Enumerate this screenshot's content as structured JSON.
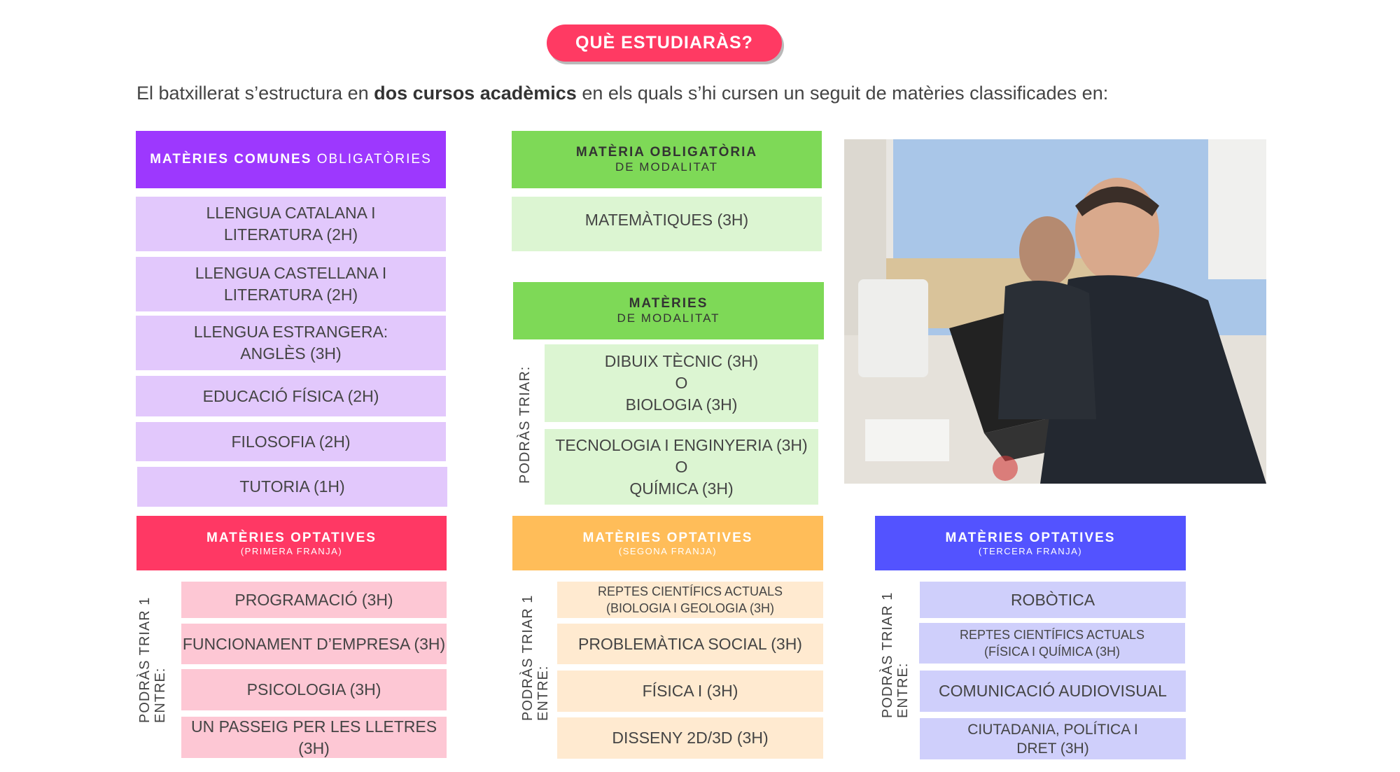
{
  "title_button": "QUÈ ESTUDIARÀS?",
  "intro": {
    "before": "El batxillerat s’estructura en ",
    "bold": "dos cursos acadèmics",
    "after": " en els quals s’hi cursen un seguit de matèries classificades en:"
  },
  "comunes": {
    "title_bold": "MATÈRIES COMUNES",
    "title_light": "OBLIGATÒRIES",
    "items": [
      {
        "l1": "LLENGUA CATALANA I",
        "l2": "LITERATURA (2H)"
      },
      {
        "l1": "LLENGUA CASTELLANA I",
        "l2": "LITERATURA (2H)"
      },
      {
        "l1": "LLENGUA ESTRANGERA:",
        "l2": "ANGLÈS (3H)"
      },
      {
        "l1": "EDUCACIÓ FÍSICA (2H)"
      },
      {
        "l1": "FILOSOFIA (2H)"
      },
      {
        "l1": "TUTORIA (1H)"
      }
    ]
  },
  "obligatoria_modalitat": {
    "title": "MATÈRIA OBLIGATÒRIA",
    "subtitle": "DE MODALITAT",
    "item": "MATEMÀTIQUES (3H)"
  },
  "modalitat": {
    "title": "MATÈRIES",
    "subtitle": "DE MODALITAT",
    "choose_label": "PODRÀS TRIAR:",
    "options": [
      {
        "a": "DIBUIX TÈCNIC (3H)",
        "or": "O",
        "b": "BIOLOGIA (3H)"
      },
      {
        "a": "TECNOLOGIA I ENGINYERIA (3H)",
        "or": "O",
        "b": "QUÍMICA (3H)"
      }
    ]
  },
  "photo_alt": "photo-students-laptop",
  "optatives": [
    {
      "title": "MATÈRIES OPTATIVES",
      "subtitle": "(PRIMERA FRANJA)",
      "choose_l1": "PODRÀS TRIAR  1",
      "choose_l2": "ENTRE:",
      "items": [
        {
          "l1": "PROGRAMACIÓ (3H)"
        },
        {
          "l1": "FUNCIONAMENT D’EMPRESA (3H)"
        },
        {
          "l1": "PSICOLOGIA (3H)"
        },
        {
          "l1": "UN PASSEIG PER LES LLETRES (3H)"
        }
      ]
    },
    {
      "title": "MATÈRIES OPTATIVES",
      "subtitle": "(SEGONA FRANJA)",
      "choose_l1": "PODRÀS TRIAR 1",
      "choose_l2": "ENTRE:",
      "items": [
        {
          "l1": "REPTES CIENTÍFICS ACTUALS",
          "l2": "(BIOLOGIA I GEOLOGIA (3H)"
        },
        {
          "l1": "PROBLEMÀTICA SOCIAL (3H)"
        },
        {
          "l1": "FÍSICA I (3H)"
        },
        {
          "l1": "DISSENY 2D/3D (3H)"
        }
      ]
    },
    {
      "title": "MATÈRIES OPTATIVES",
      "subtitle": "(TERCERA FRANJA)",
      "choose_l1": "PODRÀS TRIAR 1",
      "choose_l2": "ENTRE:",
      "items": [
        {
          "l1": "ROBÒTICA"
        },
        {
          "l1": "REPTES CIENTÍFICS ACTUALS",
          "l2": "(FÍSICA I QUÍMICA (3H)"
        },
        {
          "l1": "COMUNICACIÓ AUDIOVISUAL"
        },
        {
          "l1": "CIUTADANIA, POLÍTICA I",
          "l2": "DRET (3H)"
        }
      ]
    }
  ]
}
